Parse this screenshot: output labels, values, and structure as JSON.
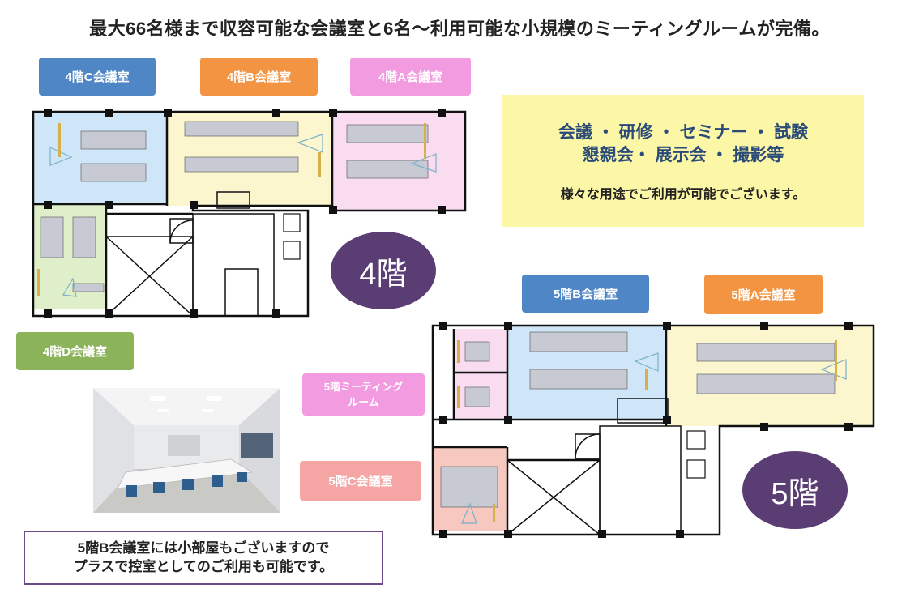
{
  "headline": "最大66名様まで収容可能な会議室と6名～利用可能な小規模のミーティングルームが完備。",
  "floor4": {
    "badge": "4階",
    "rooms": {
      "c": {
        "label": "4階C会議室",
        "color": "#4f86c6"
      },
      "b": {
        "label": "4階B会議室",
        "color": "#f39442"
      },
      "a": {
        "label": "4階A会議室",
        "color": "#f29be0"
      },
      "d": {
        "label": "4階D会議室",
        "color": "#8bb35a"
      }
    }
  },
  "floor5": {
    "badge": "5階",
    "rooms": {
      "b": {
        "label": "5階B会議室",
        "color": "#4f86c6"
      },
      "a": {
        "label": "5階A会議室",
        "color": "#f39442"
      },
      "meeting_line1": "5階ミーティング",
      "meeting_line2": "ルーム",
      "meeting_color": "#f29be0",
      "c": {
        "label": "5階C会議室",
        "color": "#f6a5a5"
      }
    }
  },
  "uses": {
    "line1": "会議 ・ 研修 ・ セミナー ・ 試験",
    "line2": "懇親会・ 展示会 ・ 撮影等",
    "note": "様々な用途でご利用が可能でございます。"
  },
  "note": {
    "line1": "5階B会議室には小部屋もございますので",
    "line2": "プラスで控室としてのご利用も可能です。"
  },
  "colors": {
    "badge": "#5a3d73",
    "uses_bg": "#fcf7a6",
    "uses_text": "#2a4a78",
    "room_blue_fill": "#cfe6f8",
    "room_yellow_fill": "#fcf6cf",
    "room_pink_fill": "#f9dcef",
    "room_green_fill": "#deefc9",
    "room_salmon_fill": "#f6c8bf",
    "note_border": "#6b4a85"
  }
}
